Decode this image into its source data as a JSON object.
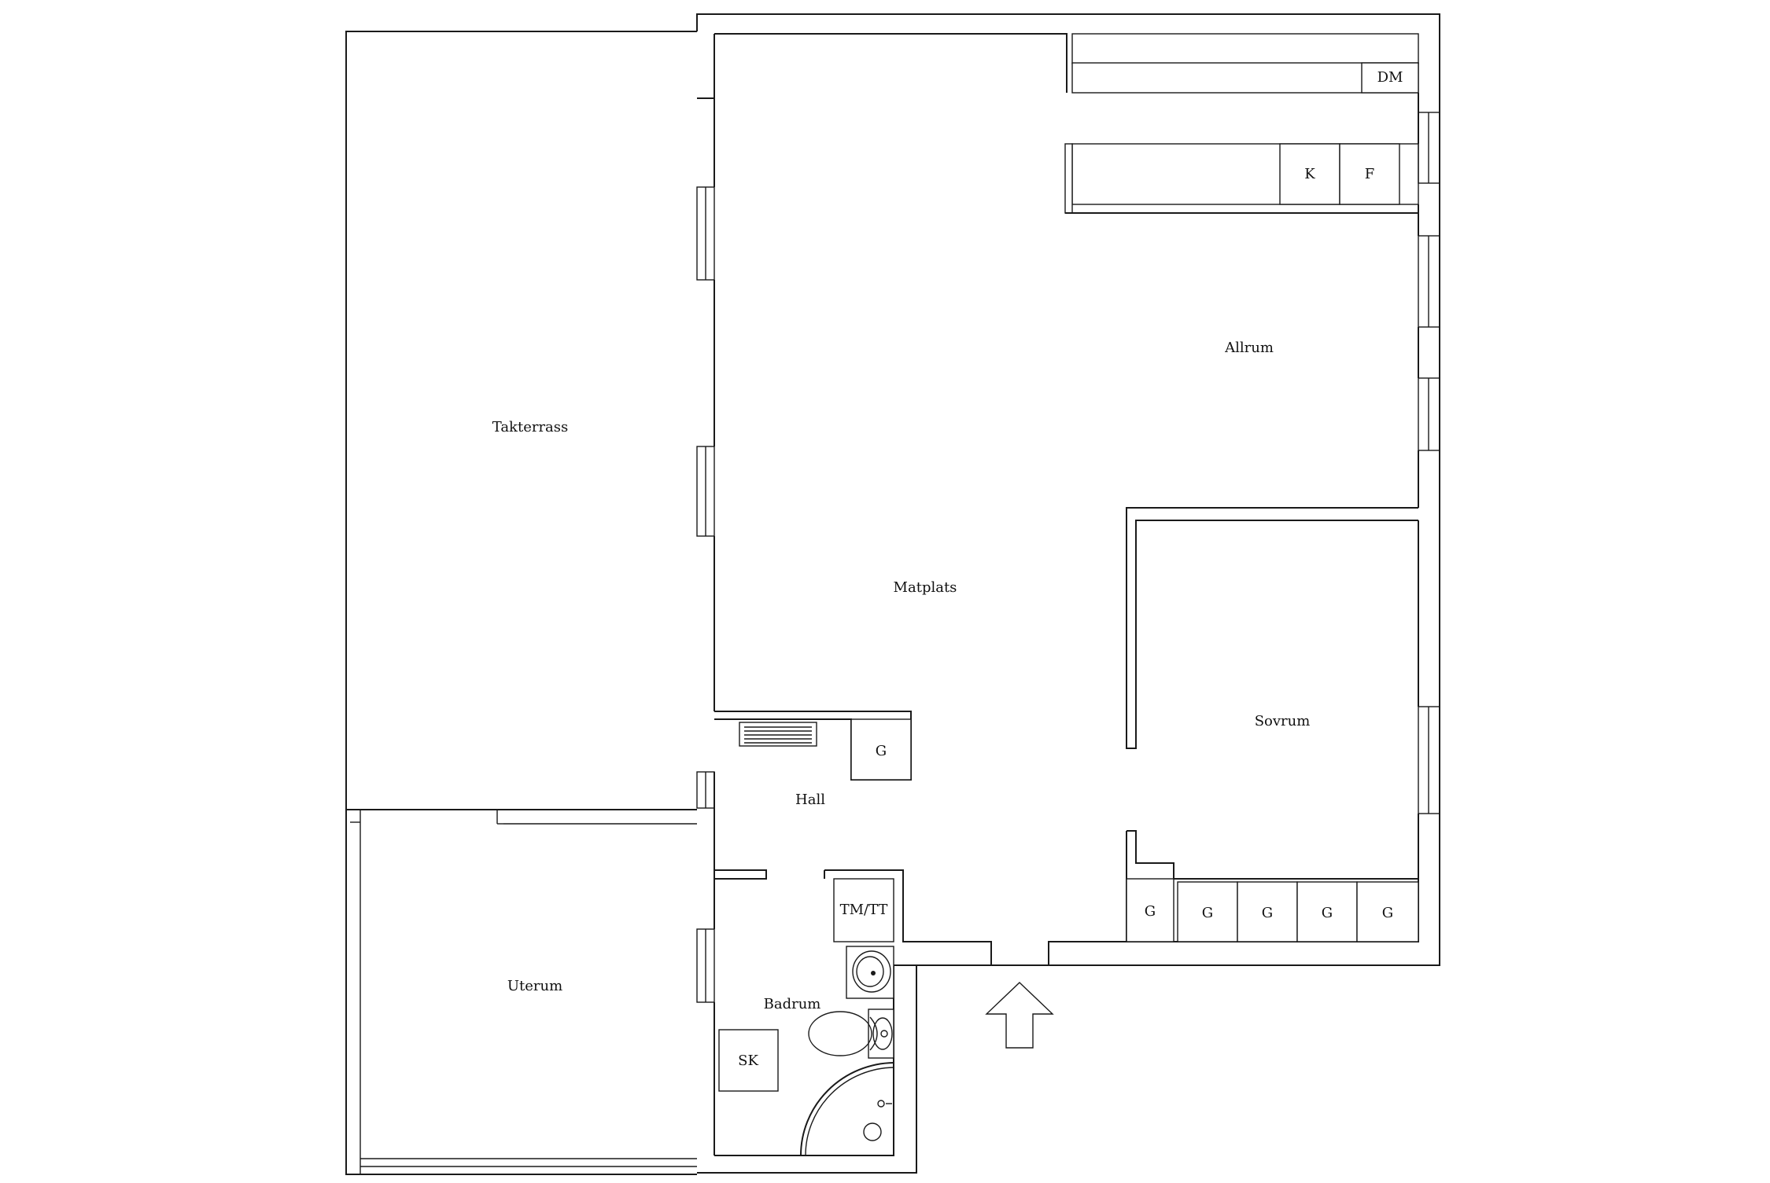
{
  "rooms": {
    "takterrass": "Takterrass",
    "uterum": "Uterum",
    "matplats": "Matplats",
    "allrum": "Allrum",
    "sovrum": "Sovrum",
    "hall": "Hall",
    "badrum": "Badrum"
  },
  "fixtures": {
    "dishwasher": "DM",
    "stove": "K",
    "fridge": "F",
    "hall_wardrobe": "G",
    "washer_dryer": "TM/TT",
    "bath_cabinet": "SK",
    "bedroom_wardrobes": [
      "G",
      "G",
      "G",
      "G",
      "G"
    ]
  }
}
